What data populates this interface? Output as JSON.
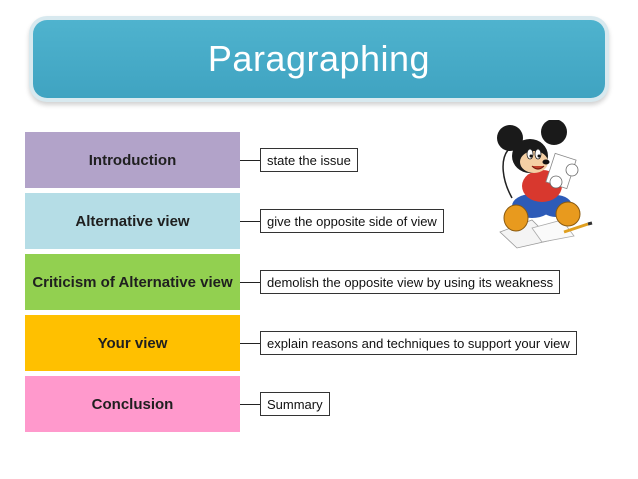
{
  "title": "Paragraphing",
  "colors": {
    "title_bar": "#4aadca",
    "introduction": "#b2a3c9",
    "alternative_view": "#b5dde6",
    "criticism": "#92d050",
    "your_view": "#ffc000",
    "conclusion": "#ff99cc"
  },
  "steps": [
    {
      "label": "Introduction",
      "description": "state the issue"
    },
    {
      "label": "Alternative view",
      "description": "give the opposite side of view"
    },
    {
      "label": "Criticism of Alternative view",
      "description": "demolish the opposite view by using its weakness"
    },
    {
      "label": "Your view",
      "description": "explain reasons and techniques to support your view"
    },
    {
      "label": "Conclusion",
      "description": "Summary"
    }
  ],
  "illustration": "cartoon-mouse-writing-icon"
}
